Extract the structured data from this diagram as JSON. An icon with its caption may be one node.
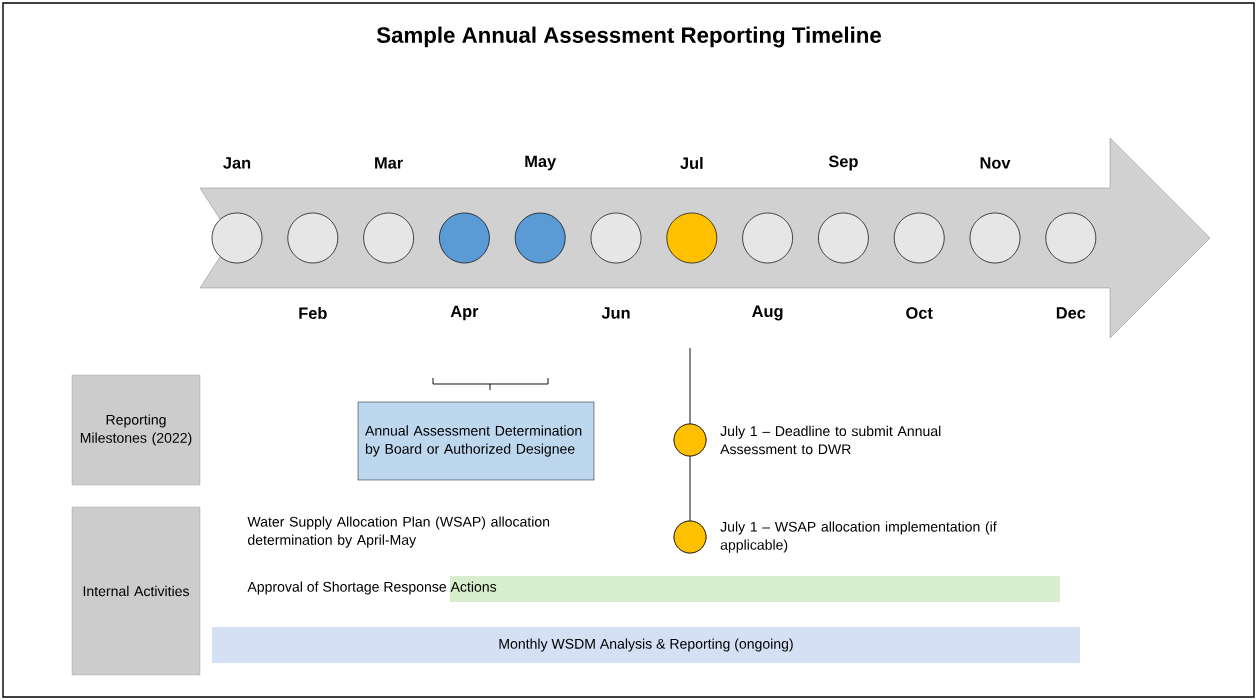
{
  "diagram": {
    "title": "Sample Annual Assessment Reporting Timeline",
    "nodes": [
      {
        "text": [
          "Reporting Milestones (2022)"
        ]
      },
      {
        "text": [
          "Internal Activities"
        ]
      },
      {
        "text": [],
        "shape": "circle",
        "beside": [
          "Jan"
        ]
      },
      {
        "text": [],
        "shape": "circle",
        "beside": [
          "Feb"
        ]
      },
      {
        "text": [],
        "shape": "circle",
        "beside": [
          "Mar"
        ]
      },
      {
        "text": [],
        "shape": "circle",
        "beside": [
          "Apr"
        ]
      },
      {
        "text": [],
        "shape": "circle",
        "beside": [
          "May"
        ]
      },
      {
        "text": [],
        "shape": "circle",
        "beside": [
          "Jun"
        ]
      },
      {
        "text": [],
        "shape": "circle",
        "beside": [
          "Jul"
        ]
      },
      {
        "text": [],
        "shape": "circle",
        "beside": [
          "Aug"
        ]
      },
      {
        "text": [],
        "shape": "circle",
        "beside": [
          "Sep"
        ]
      },
      {
        "text": [],
        "shape": "circle",
        "beside": [
          "Oct"
        ]
      },
      {
        "text": [],
        "shape": "circle",
        "beside": [
          "Nov"
        ]
      },
      {
        "text": [],
        "shape": "circle",
        "beside": [
          "Dec"
        ]
      },
      {
        "text": [
          "Annual Assessment Determination by Board or Authorized Designee"
        ]
      },
      {
        "text": [],
        "shape": "circle",
        "beside": [
          "July 1 – Deadline to submit Annual Assessment to DWR"
        ]
      },
      {
        "text": [],
        "shape": "circle",
        "beside": [
          "July 1 – WSAP allocation implementation (if applicable)"
        ]
      },
      {
        "text": [],
        "shape": "bar",
        "beside": [
          "Approval of Shortage Response Actions"
        ]
      },
      {
        "text": [
          "Monthly WSDM Analysis & Reporting (ongoing)"
        ]
      }
    ],
    "edges": [
      {
        "from": null,
        "to": 15,
        "arrow": "none"
      },
      {
        "from": 15,
        "to": 16,
        "arrow": "none"
      }
    ],
    "labels": [
      "Water Supply Allocation Plan (WSAP) allocation determination by April-May"
    ]
  }
}
